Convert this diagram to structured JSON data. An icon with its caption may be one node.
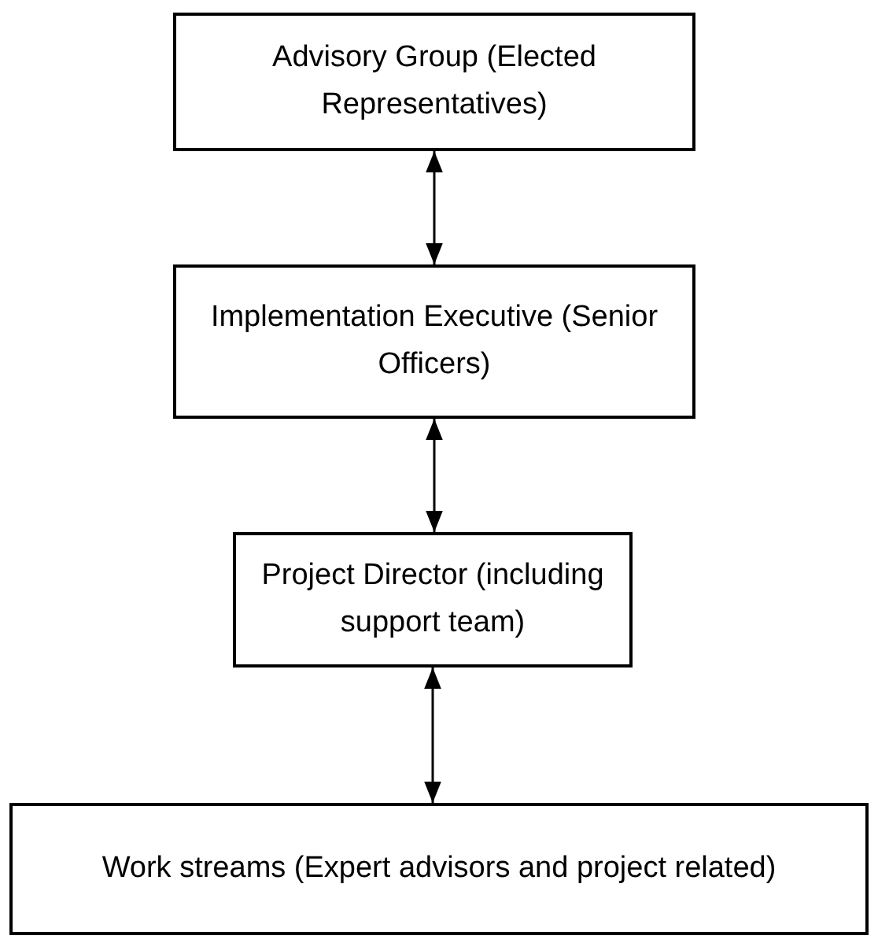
{
  "diagram": {
    "nodes": [
      {
        "text": [
          "Advisory Group (Elected Representatives)"
        ]
      },
      {
        "text": [
          "Implementation Executive (Senior Officers)"
        ]
      },
      {
        "text": [
          "Project Director (including support team)"
        ]
      },
      {
        "text": [
          "Work streams (Expert advisors and project related)"
        ]
      }
    ],
    "edges": [
      {
        "from": 0,
        "to": 1,
        "arrow": "both"
      },
      {
        "from": 1,
        "to": 2,
        "arrow": "both"
      },
      {
        "from": 2,
        "to": 3,
        "arrow": "both"
      }
    ]
  }
}
